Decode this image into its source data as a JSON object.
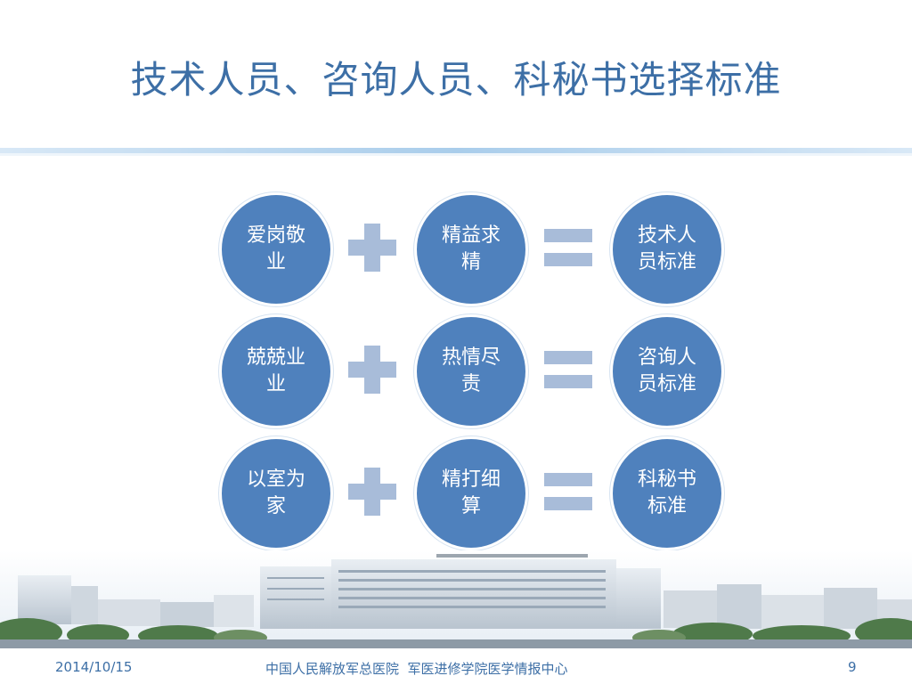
{
  "slide": {
    "title": "技术人员、咨询人员、科秘书选择标准"
  },
  "rows": [
    {
      "a": "爱岗敬业",
      "b": "精益求精",
      "result": "技术人员标准"
    },
    {
      "a": "兢兢业业",
      "b": "热情尽责",
      "result": "咨询人员标准"
    },
    {
      "a": "以室为家",
      "b": "精打细算",
      "result": "科秘书标准"
    }
  ],
  "icons": {
    "operator_1": "plus-icon",
    "operator_2": "equals-icon"
  },
  "colors": {
    "circle": "#4f81bd",
    "operator": "#a8bcd9",
    "title": "#3d6fa6"
  },
  "footer": {
    "date": "2014/10/15",
    "organization": "中国人民解放军总医院  军医进修学院医学情报中心",
    "page": "9"
  }
}
